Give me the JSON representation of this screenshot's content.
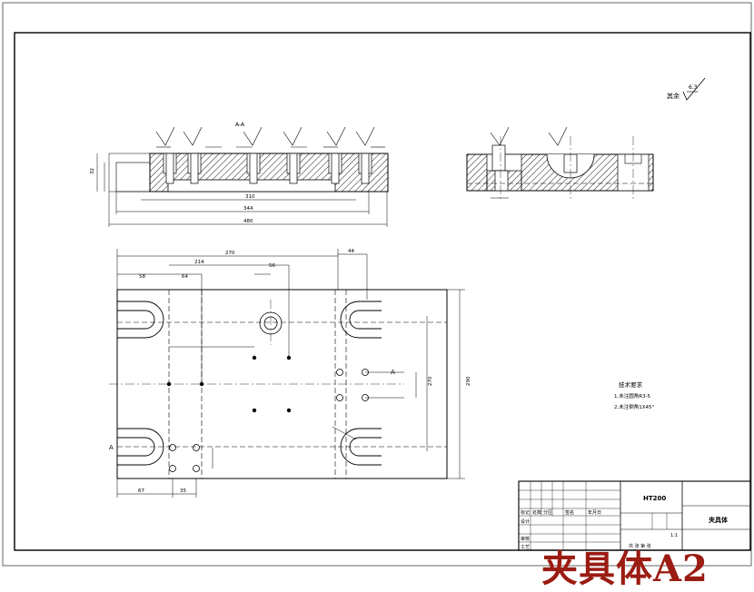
{
  "roughness": {
    "label": "其余",
    "value": "6.3"
  },
  "section_label": "A-A",
  "tech_requirements": {
    "title": "技术要求",
    "lines": [
      "1.未注圆角R3-5",
      "2.未注倒角1X45°"
    ]
  },
  "dims": {
    "top": {
      "overall": "480",
      "inner": "344",
      "slot": "310",
      "height": "32"
    },
    "plan": {
      "d270": "270",
      "d214": "214",
      "d56": "56",
      "d58": "58",
      "d64": "64",
      "d44": "44",
      "d67": "67",
      "d35": "35",
      "d290": "290",
      "d270v": "270"
    },
    "section_marks": [
      "A",
      "A"
    ]
  },
  "title_block": {
    "drawing_no": "HT200",
    "part_name": "夹具体",
    "scale": "1:1",
    "row_labels": [
      "标记",
      "设计",
      "审核",
      "工艺"
    ],
    "col_labels": [
      "处数",
      "分区",
      "签名",
      "年月日"
    ],
    "sheet": "共 张 第 张"
  },
  "watermark": "夹具体A2"
}
